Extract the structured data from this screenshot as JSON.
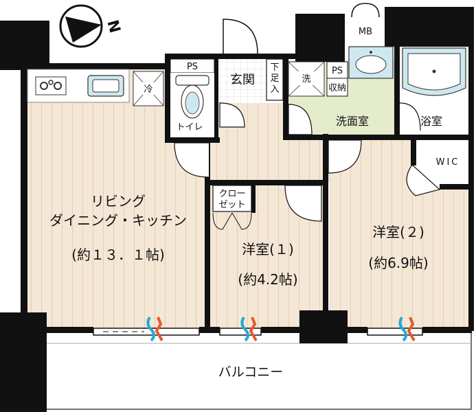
{
  "compass": {
    "north_label": "N"
  },
  "rooms": {
    "living": {
      "name_line1": "リビング",
      "name_line2": "ダイニング・キッチン",
      "size": "(約１３．１帖)"
    },
    "western1": {
      "name": "洋室(１)",
      "size": "(約4.2帖)"
    },
    "western2": {
      "name": "洋室(２)",
      "size": "(約6.9帖)"
    },
    "entrance": "玄関",
    "toilet": "トイレ",
    "washroom": "洗面室",
    "bath": "浴室",
    "wic": "WIC",
    "closet_line1": "クロー",
    "closet_line2": "ゼット",
    "balcony": "バルコニー",
    "shoebox_1": "下",
    "shoebox_2": "足",
    "shoebox_3": "入",
    "storage": "収納"
  },
  "fixtures": {
    "ps_top": "PS",
    "ps_wash": "PS",
    "mb": "MB",
    "fridge": "冷",
    "washer": "洗"
  },
  "colors": {
    "floor": "#f4e7d6",
    "floor_line": "#e3cfb4",
    "wet_area": "#e4eccc",
    "wall": "#111111",
    "fixture": "#cfe8f0",
    "heat_red": "#e55a2b",
    "heat_blue": "#2aa7d6"
  }
}
